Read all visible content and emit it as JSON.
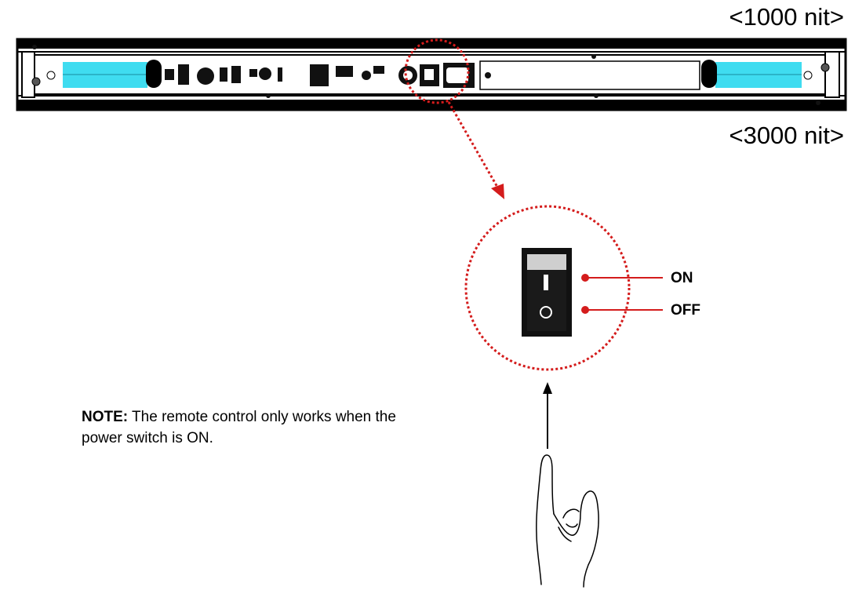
{
  "labels": {
    "top_brightness": "<1000 nit>",
    "bottom_brightness": "<3000 nit>"
  },
  "switch": {
    "on_label": "ON",
    "off_label": "OFF",
    "on_glyph": "I",
    "off_glyph": "O"
  },
  "note": {
    "prefix": "NOTE:",
    "text": "The remote control only works when the power switch is ON."
  },
  "colors": {
    "callout_red": "#d41c1c",
    "led_cyan": "#3fdcf0",
    "outline": "#000000"
  }
}
